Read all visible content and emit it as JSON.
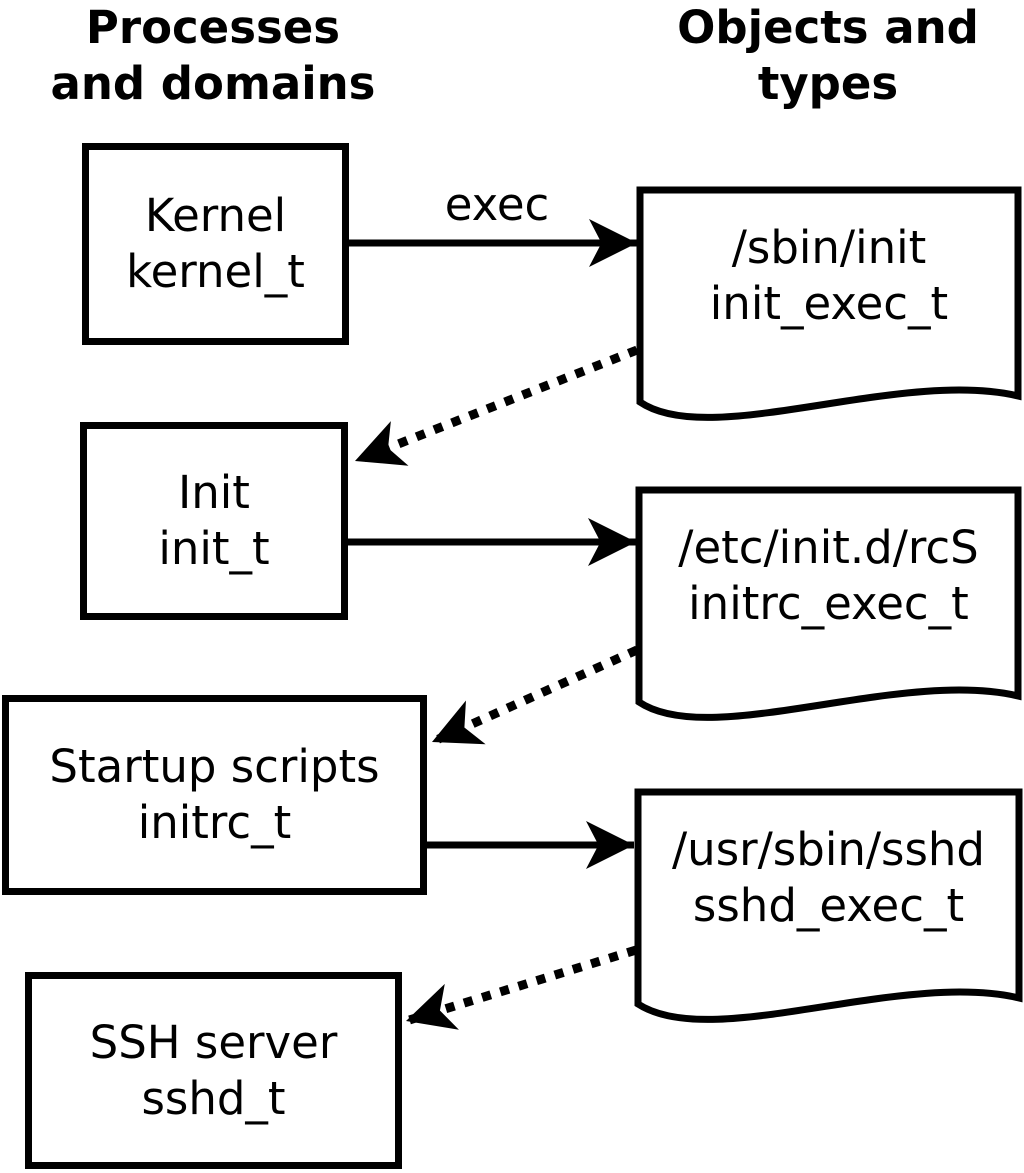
{
  "headings": {
    "left": {
      "line1": "Processes",
      "line2": "and domains"
    },
    "right": {
      "line1": "Objects and",
      "line2": "types"
    }
  },
  "labels": {
    "exec": "exec"
  },
  "processes": [
    {
      "name": "Kernel",
      "domain": "kernel_t"
    },
    {
      "name": "Init",
      "domain": "init_t"
    },
    {
      "name": "Startup scripts",
      "domain": "initrc_t"
    },
    {
      "name": "SSH server",
      "domain": "sshd_t"
    }
  ],
  "objects": [
    {
      "path": "/sbin/init",
      "type": "init_exec_t"
    },
    {
      "path": "/etc/init.d/rcS",
      "type": "initrc_exec_t"
    },
    {
      "path": "/usr/sbin/sshd",
      "type": "sshd_exec_t"
    }
  ],
  "colors": {
    "line": "#000000",
    "background": "#ffffff"
  }
}
